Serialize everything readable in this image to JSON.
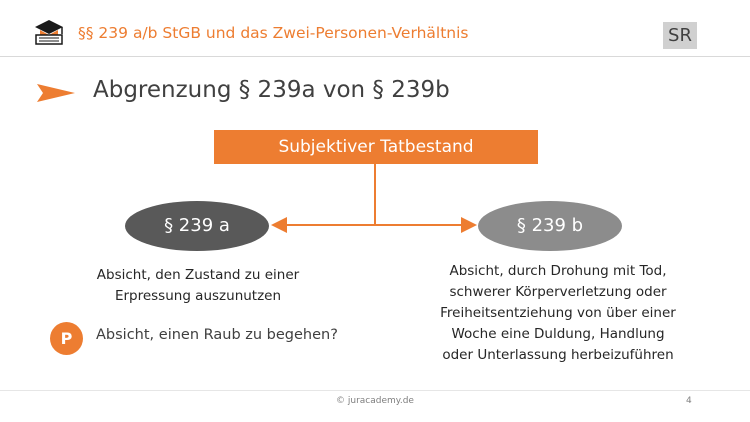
{
  "header": {
    "title": "§§ 239 a/b StGB und das Zwei-Personen-Verhältnis",
    "badge": "SR",
    "logo_icon": "book-cap-logo-icon",
    "accent_color": "#ed7d31"
  },
  "slide": {
    "bullet_icon": "orange-arrow-icon",
    "title": "Abgrenzung § 239a von § 239b"
  },
  "diagram": {
    "top_box": "Subjektiver Tatbestand",
    "left_node": "§ 239 a",
    "right_node": "§ 239 b",
    "connector_icon": "double-arrow-icon",
    "left_text": [
      "Absicht, den Zustand zu einer",
      "Erpressung auszunutzen"
    ],
    "right_text": [
      "Absicht, durch Drohung mit Tod,",
      "schwerer Körperverletzung oder",
      "Freiheitsentziehung von über einer",
      "Woche eine Duldung, Handlung",
      "oder Unterlassung herbeizuführen"
    ]
  },
  "problem": {
    "marker": "P",
    "text": "Absicht, einen Raub zu begehen?"
  },
  "footer": {
    "copyright": "© juracademy.de",
    "page": "4"
  }
}
